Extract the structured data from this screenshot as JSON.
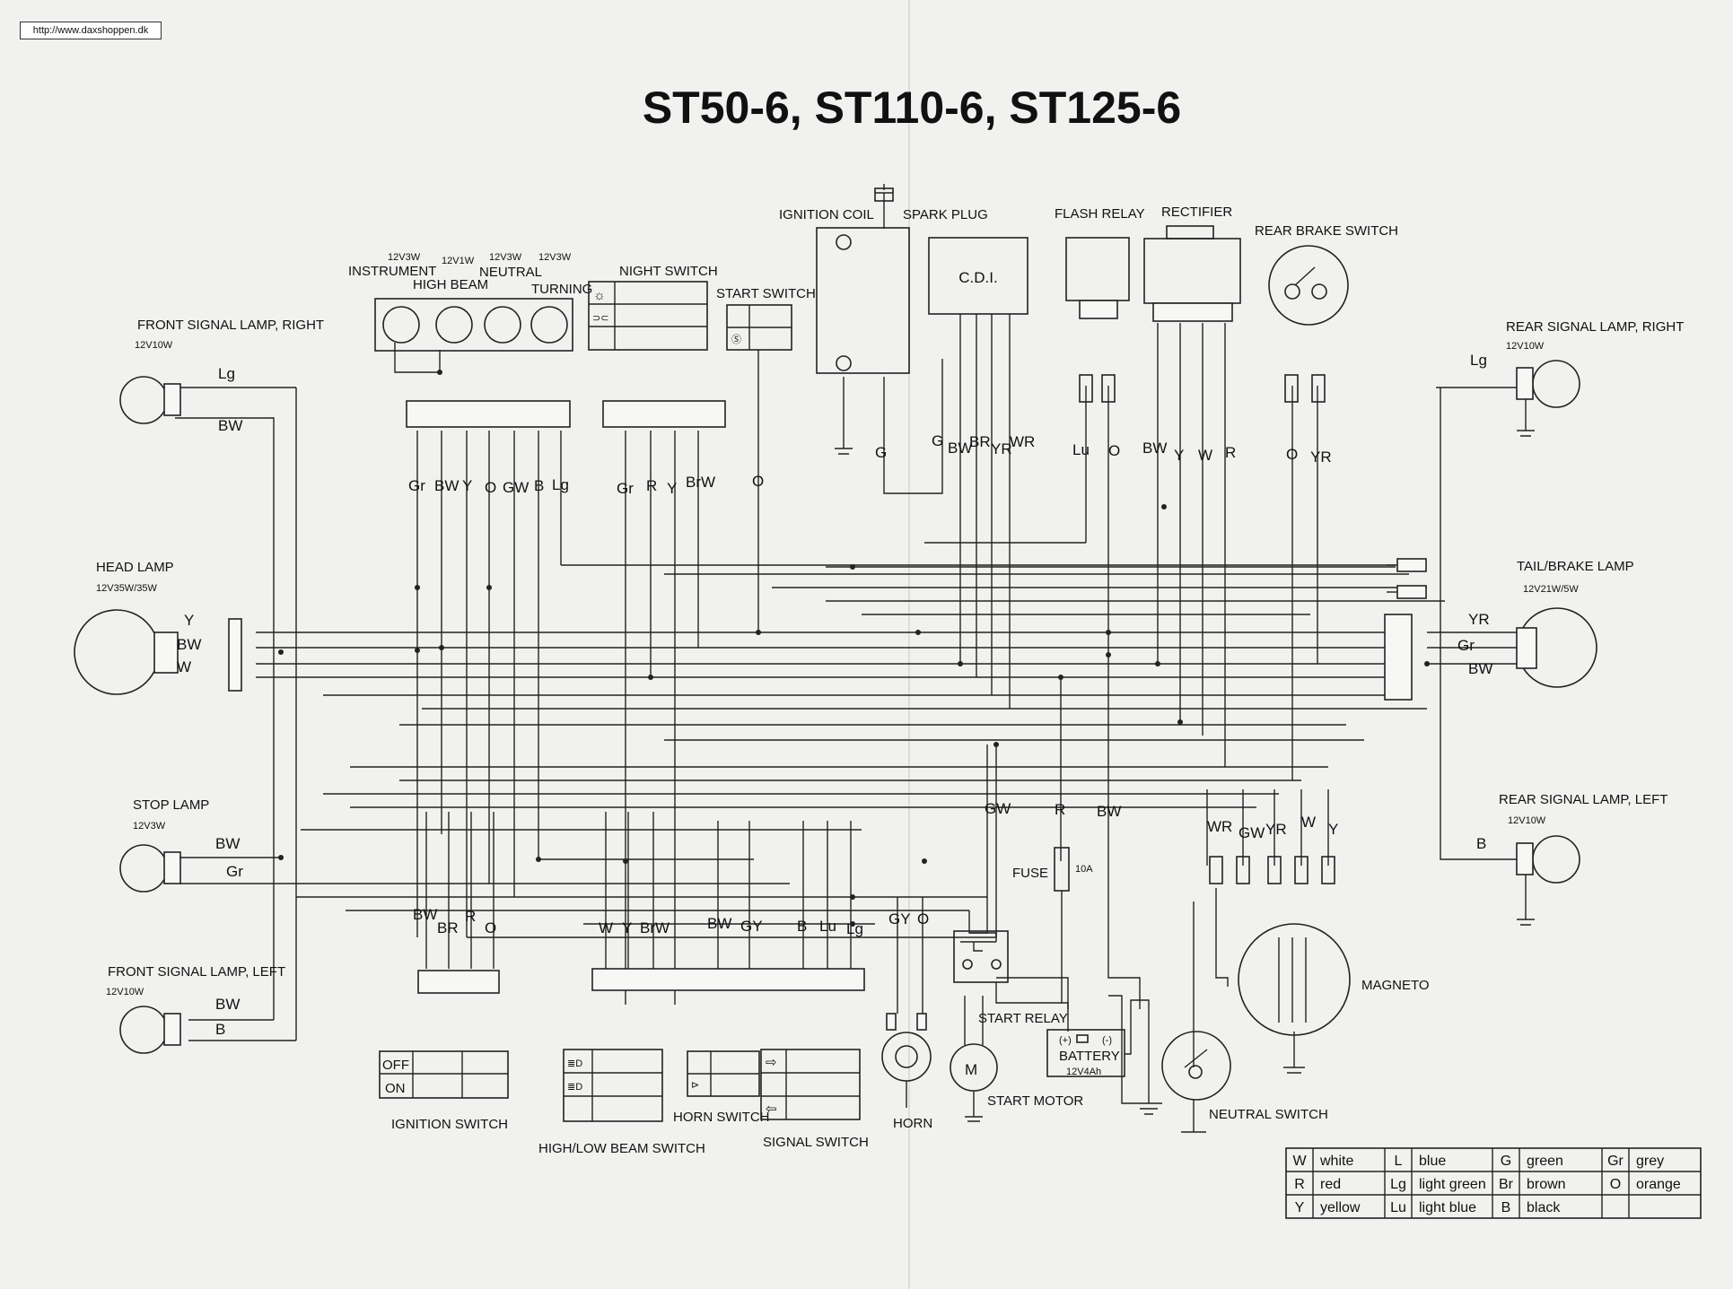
{
  "url": "http://www.daxshoppen.dk",
  "title": "ST50-6, ST110-6, ST125-6",
  "components": {
    "front_signal_right": {
      "name": "FRONT SIGNAL LAMP, RIGHT",
      "rating": "12V10W"
    },
    "head_lamp": {
      "name": "HEAD LAMP",
      "rating": "12V35W/35W"
    },
    "stop_lamp": {
      "name": "STOP LAMP",
      "rating": "12V3W"
    },
    "front_signal_left": {
      "name": "FRONT SIGNAL LAMP, LEFT",
      "rating": "12V10W"
    },
    "instrument": {
      "name": "INSTRUMENT",
      "rating": "12V3W"
    },
    "high_beam": {
      "name": "HIGH BEAM",
      "rating": "12V1W"
    },
    "neutral": {
      "name": "NEUTRAL",
      "rating": "12V3W"
    },
    "turning": {
      "name": "TURNING",
      "rating": "12V3W"
    },
    "night_switch": {
      "name": "NIGHT SWITCH"
    },
    "start_switch": {
      "name": "START SWITCH"
    },
    "ignition_coil": {
      "name": "IGNITION COIL"
    },
    "spark_plug": {
      "name": "SPARK PLUG"
    },
    "cdi": {
      "name": "C.D.I."
    },
    "flash_relay": {
      "name": "FLASH RELAY"
    },
    "rectifier": {
      "name": "RECTIFIER"
    },
    "rear_brake_switch": {
      "name": "REAR BRAKE SWITCH"
    },
    "rear_signal_right": {
      "name": "REAR SIGNAL LAMP, RIGHT",
      "rating": "12V10W"
    },
    "tail_brake_lamp": {
      "name": "TAIL/BRAKE LAMP",
      "rating": "12V21W/5W"
    },
    "rear_signal_left": {
      "name": "REAR SIGNAL LAMP, LEFT",
      "rating": "12V10W"
    },
    "fuse": {
      "name": "FUSE",
      "rating": "10A"
    },
    "start_relay": {
      "name": "START RELAY"
    },
    "battery": {
      "name": "BATTERY",
      "rating": "12V4Ah",
      "plus": "(+)",
      "minus": "(-)"
    },
    "start_motor": {
      "name": "START MOTOR",
      "symbol": "M"
    },
    "horn": {
      "name": "HORN"
    },
    "neutral_switch": {
      "name": "NEUTRAL SWITCH"
    },
    "magneto": {
      "name": "MAGNETO"
    },
    "ignition_switch": {
      "name": "IGNITION SWITCH",
      "off": "OFF",
      "on": "ON"
    },
    "high_low_beam_switch": {
      "name": "HIGH/LOW BEAM SWITCH"
    },
    "horn_switch": {
      "name": "HORN SWITCH"
    },
    "signal_switch": {
      "name": "SIGNAL SWITCH"
    }
  },
  "wire_labels": {
    "fsr_lg": "Lg",
    "fsr_bw": "BW",
    "hl_y": "Y",
    "hl_bw": "BW",
    "hl_w": "W",
    "sl_bw": "BW",
    "sl_gr": "Gr",
    "fsl_bw": "BW",
    "fsl_b": "B",
    "inst_gr": "Gr",
    "inst_bw": "BW",
    "inst_y": "Y",
    "inst_o": "O",
    "inst_gw": "GW",
    "inst_b": "B",
    "inst_lg": "Lg",
    "ns_gr": "Gr",
    "ns_r": "R",
    "ns_y": "Y",
    "ns_brw": "BrW",
    "ss_o": "O",
    "ic_g": "G",
    "cdi_g": "G",
    "cdi_bw": "BW",
    "cdi_br": "BR",
    "cdi_yr": "YR",
    "cdi_wr": "WR",
    "fr_lu": "Lu",
    "fr_o": "O",
    "rect_bw": "BW",
    "rect_y": "Y",
    "rect_w": "W",
    "rect_r": "R",
    "rbs_o": "O",
    "rbs_yr": "YR",
    "rsr_lg": "Lg",
    "tl_yr": "YR",
    "tl_gr": "Gr",
    "tl_bw": "BW",
    "rsl_b": "B",
    "ign_bw": "BW",
    "ign_br": "BR",
    "ign_r": "R",
    "ign_o": "O",
    "hb_w": "W",
    "hb_y": "Y",
    "hb_brw": "BrW",
    "hs_bw": "BW",
    "hs_gy": "GY",
    "sig_b": "B",
    "sig_lu": "Lu",
    "sig_lg": "Lg",
    "horn_gy": "GY",
    "horn_o": "O",
    "srelay_gw": "GW",
    "fuse_r": "R",
    "bat_bw": "BW",
    "mag_wr": "WR",
    "mag_gw": "GW",
    "mag_yr": "YR",
    "mag_w": "W",
    "mag_y": "Y"
  },
  "legend": [
    {
      "code": "W",
      "color": "white"
    },
    {
      "code": "L",
      "color": "blue"
    },
    {
      "code": "G",
      "color": "green"
    },
    {
      "code": "Gr",
      "color": "grey"
    },
    {
      "code": "R",
      "color": "red"
    },
    {
      "code": "Lg",
      "color": "light green"
    },
    {
      "code": "Br",
      "color": "brown"
    },
    {
      "code": "O",
      "color": "orange"
    },
    {
      "code": "Y",
      "color": "yellow"
    },
    {
      "code": "Lu",
      "color": "light blue"
    },
    {
      "code": "B",
      "color": "black"
    }
  ]
}
